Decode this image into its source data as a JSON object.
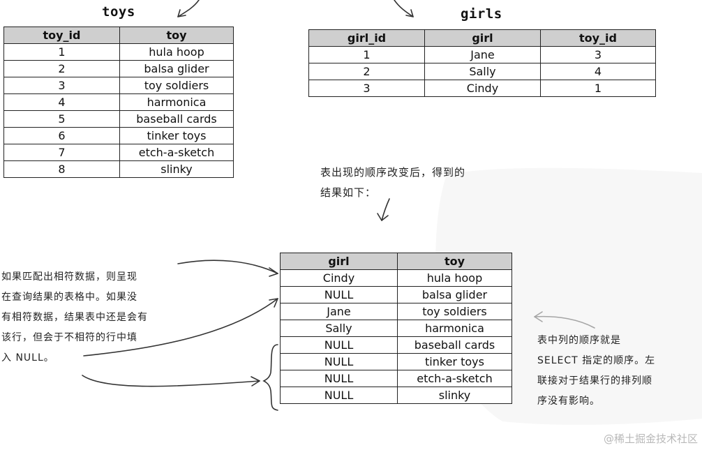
{
  "toys_table": {
    "title": "toys",
    "columns": [
      "toy_id",
      "toy"
    ],
    "rows": [
      [
        "1",
        "hula hoop"
      ],
      [
        "2",
        "balsa glider"
      ],
      [
        "3",
        "toy soldiers"
      ],
      [
        "4",
        "harmonica"
      ],
      [
        "5",
        "baseball cards"
      ],
      [
        "6",
        "tinker toys"
      ],
      [
        "7",
        "etch-a-sketch"
      ],
      [
        "8",
        "slinky"
      ]
    ]
  },
  "girls_table": {
    "title": "girls",
    "columns": [
      "girl_id",
      "girl",
      "toy_id"
    ],
    "rows": [
      [
        "1",
        "Jane",
        "3"
      ],
      [
        "2",
        "Sally",
        "4"
      ],
      [
        "3",
        "Cindy",
        "1"
      ]
    ]
  },
  "result_table": {
    "columns": [
      "girl",
      "toy"
    ],
    "rows": [
      [
        "Cindy",
        "hula hoop"
      ],
      [
        "NULL",
        "balsa glider"
      ],
      [
        "Jane",
        "toy soldiers"
      ],
      [
        "Sally",
        "harmonica"
      ],
      [
        "NULL",
        "baseball cards"
      ],
      [
        "NULL",
        "tinker toys"
      ],
      [
        "NULL",
        "etch-a-sketch"
      ],
      [
        "NULL",
        "slinky"
      ]
    ]
  },
  "notes": {
    "top_note": [
      "表出现的顺序改变后，得到的",
      "结果如下："
    ],
    "left_note": [
      "如果匹配出相符数据，则呈现",
      "在查询结果的表格中。如果没",
      "有相符数据，结果表中还是会有",
      "该行，但会于不相符的行中填",
      "入 NULL。"
    ],
    "right_note": [
      "表中列的顺序就是",
      "SELECT 指定的顺序。左",
      "联接对于结果行的排列顺",
      "序没有影响。"
    ]
  },
  "watermark": "@稀土掘金技术社区"
}
